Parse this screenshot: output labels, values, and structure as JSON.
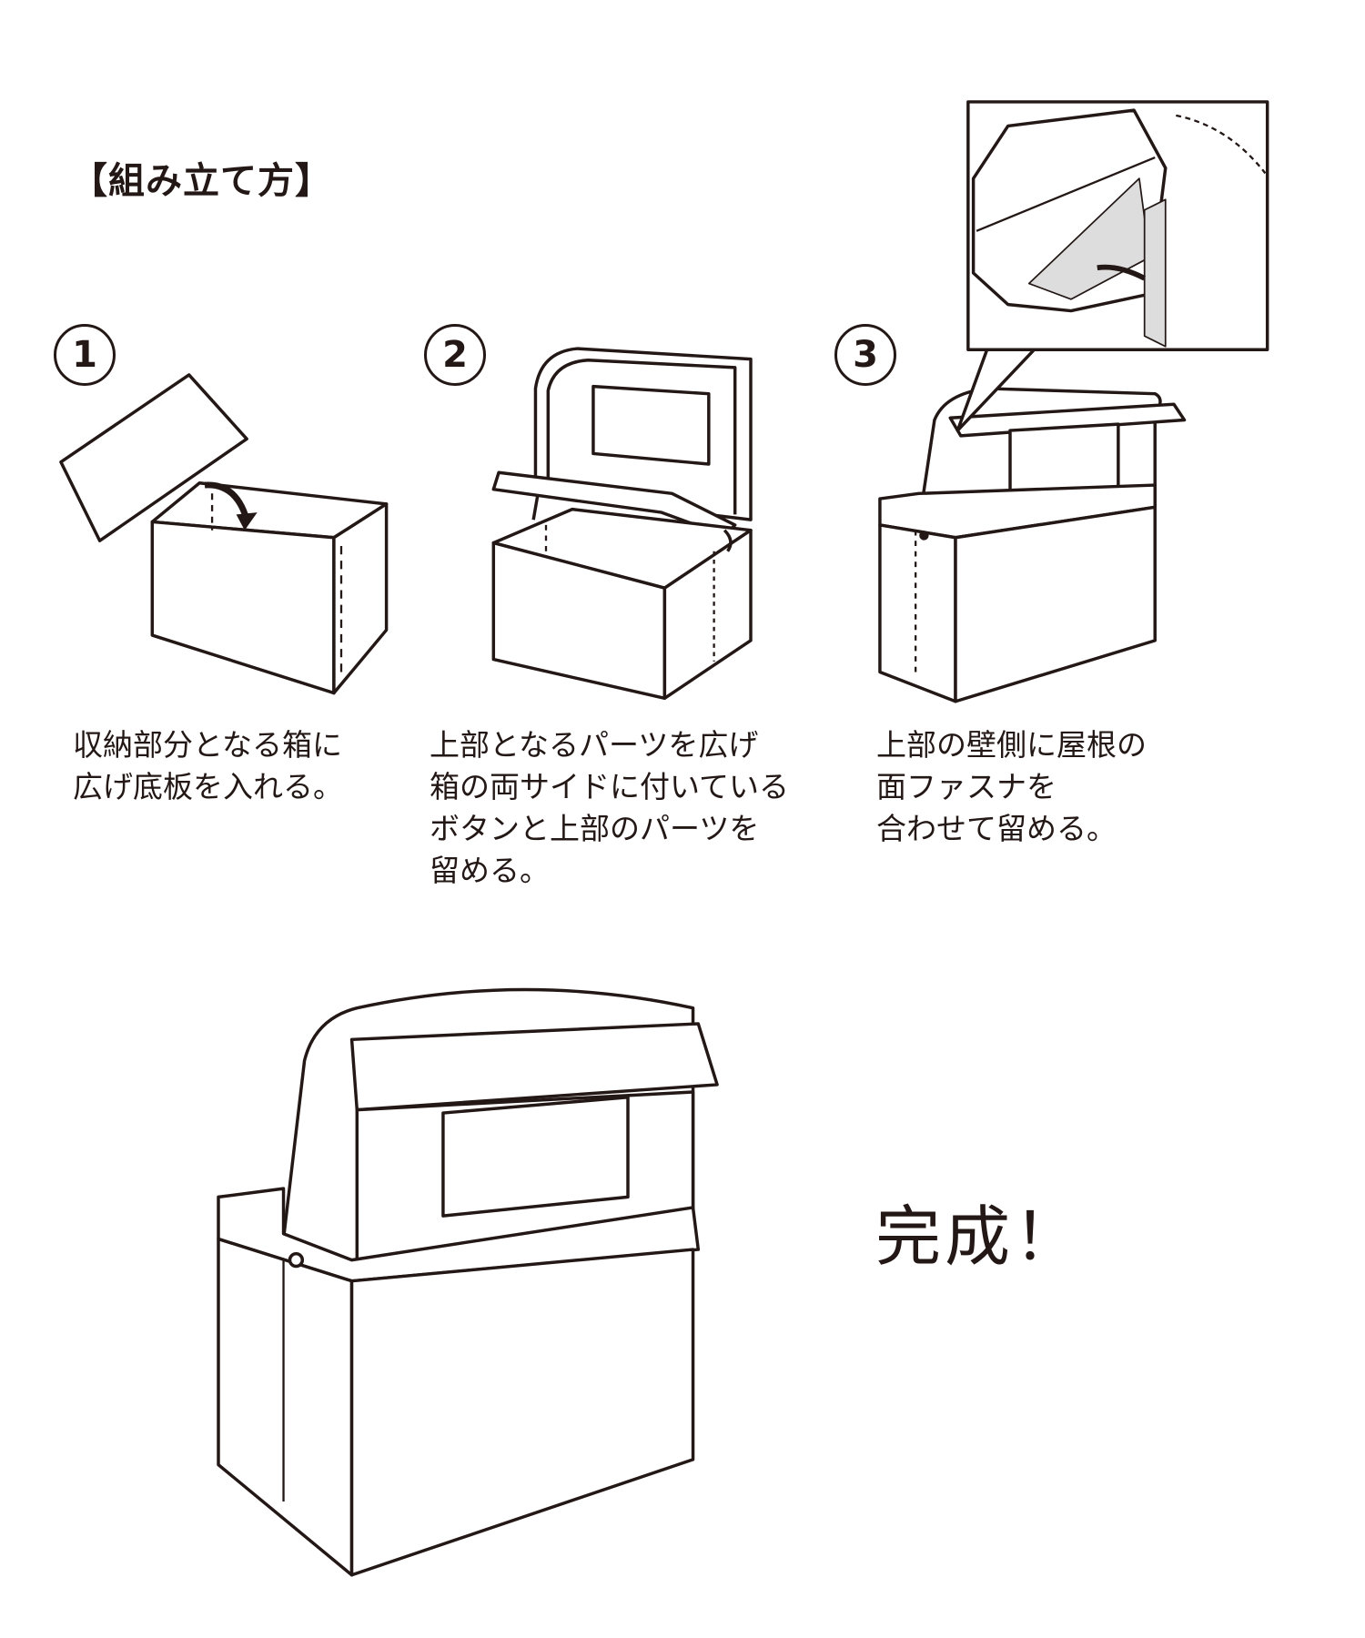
{
  "title": "【組み立て方】",
  "steps": [
    {
      "number": "1",
      "lines": [
        "収納部分となる箱に",
        "広げ底板を入れる。"
      ]
    },
    {
      "number": "2",
      "lines": [
        "上部となるパーツを広げ",
        "箱の両サイドに付いている",
        "ボタンと上部のパーツを",
        "留める。"
      ]
    },
    {
      "number": "3",
      "lines": [
        "上部の壁側に屋根の",
        "面ファスナを",
        "合わせて留める。"
      ]
    }
  ],
  "completion": "完成！",
  "colors": {
    "ink": "#231815",
    "background": "#ffffff"
  }
}
